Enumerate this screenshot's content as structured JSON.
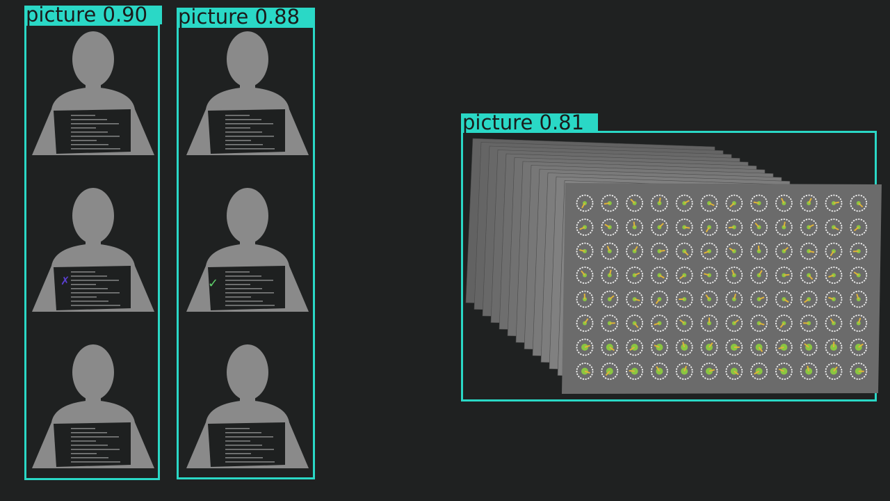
{
  "detections": [
    {
      "label": "picture",
      "score": "0.90",
      "text": "picture 0.90"
    },
    {
      "label": "picture",
      "score": "0.88",
      "text": "picture 0.88"
    },
    {
      "label": "picture",
      "score": "0.81",
      "text": "picture 0.81"
    }
  ],
  "figures": {
    "left_column": {
      "people": 3,
      "marks": [
        "none",
        "cross",
        "none"
      ]
    },
    "middle_column": {
      "people": 3,
      "marks": [
        "none",
        "check",
        "none"
      ]
    },
    "gauge_wall": {
      "rows": 8,
      "cols": 12,
      "layers": 12
    }
  },
  "colors": {
    "background": "#1f2121",
    "box": "#2ad8c6",
    "silhouette": "#8a8a8a",
    "screen": "#1e2020",
    "wall": "#5c5c5c",
    "gauge_needle": "#8fd63a",
    "cross_mark": "#5a3fd0",
    "check_mark": "#5fd06a"
  }
}
